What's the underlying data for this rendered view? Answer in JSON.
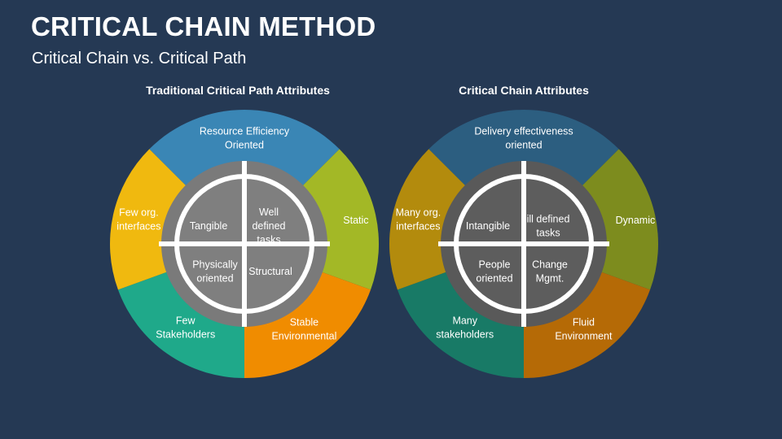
{
  "header": {
    "title": "CRITICAL CHAIN METHOD",
    "subtitle": "Critical Chain vs. Critical Path"
  },
  "diagrams": [
    {
      "heading": "Traditional Critical Path Attributes",
      "segments": [
        {
          "lines": [
            "Resource Efficiency",
            "Oriented"
          ],
          "color": "#3a86b5"
        },
        {
          "lines": [
            "Static"
          ],
          "color": "#a3b826"
        },
        {
          "lines": [
            "Stable",
            "Environmental"
          ],
          "color": "#f08c00"
        },
        {
          "lines": [
            "Few",
            "Stakeholders"
          ],
          "color": "#1fa98a"
        },
        {
          "lines": [
            "Few org.",
            "interfaces"
          ],
          "color": "#f0b90f"
        }
      ],
      "quadrants": [
        {
          "lines": [
            "Tangible"
          ]
        },
        {
          "lines": [
            "Well",
            "defined",
            "tasks"
          ]
        },
        {
          "lines": [
            "Physically",
            "oriented"
          ]
        },
        {
          "lines": [
            "Structural"
          ]
        }
      ],
      "inner_ring_color": "#7a7a7a",
      "quadrant_color": "#7f7f7f"
    },
    {
      "heading": "Critical Chain Attributes",
      "segments": [
        {
          "lines": [
            "Delivery effectiveness",
            "oriented"
          ],
          "color": "#2c5e80"
        },
        {
          "lines": [
            "Dynamic"
          ],
          "color": "#7d8c1e"
        },
        {
          "lines": [
            "Fluid",
            "Environment"
          ],
          "color": "#b56a06"
        },
        {
          "lines": [
            "Many",
            "stakeholders"
          ],
          "color": "#187a66"
        },
        {
          "lines": [
            "Many org.",
            "interfaces"
          ],
          "color": "#b38b0d"
        }
      ],
      "quadrants": [
        {
          "lines": [
            "Intangible"
          ]
        },
        {
          "lines": [
            "ill defined",
            "tasks"
          ]
        },
        {
          "lines": [
            "People",
            "oriented"
          ]
        },
        {
          "lines": [
            "Change",
            "Mgmt."
          ]
        }
      ],
      "inner_ring_color": "#595959",
      "quadrant_color": "#5d5d5d"
    }
  ]
}
